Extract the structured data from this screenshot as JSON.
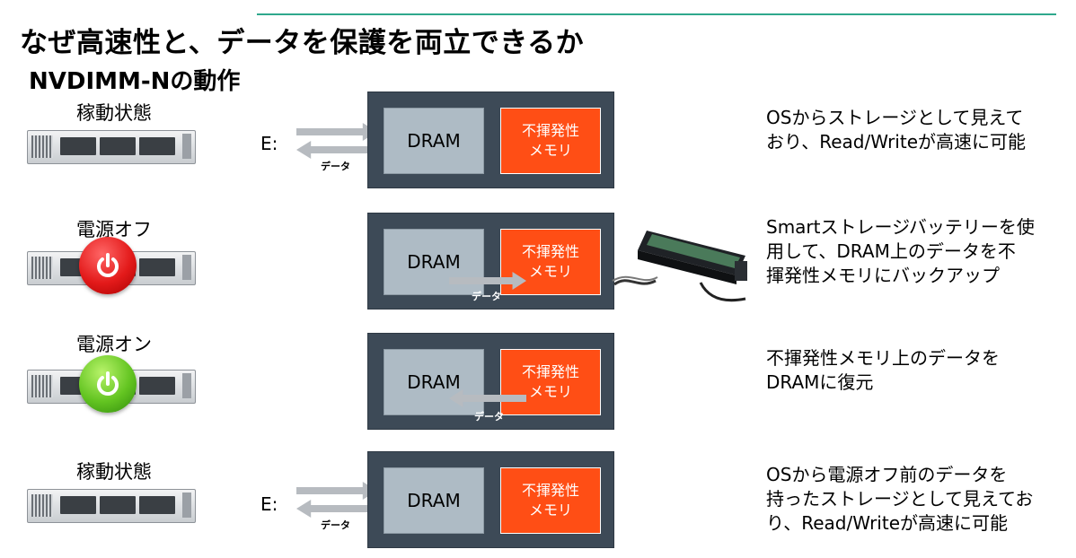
{
  "slide": {
    "title": "なぜ高速性と、データを保護を両立できるか",
    "subtitle": "NVDIMM-Nの動作",
    "accent_line_color": "#2fa88c"
  },
  "rows": [
    {
      "state": "稼動状態",
      "drive": "E:",
      "dram": "DRAM",
      "nvm_line1": "不揮発性",
      "nvm_line2": "メモリ",
      "data_label": "データ",
      "desc_line1": "OSからストレージとして見えて",
      "desc_line2": "おり、Read/Writeが高速に可能"
    },
    {
      "state": "電源オフ",
      "dram": "DRAM",
      "nvm_line1": "不揮発性",
      "nvm_line2": "メモリ",
      "data_label": "データ",
      "power_icon": "power-off-icon",
      "power_color": "#e31a1a",
      "desc_line1": "Smartストレージバッテリーを使",
      "desc_line2": "用して、DRAM上のデータを不",
      "desc_line3": "揮発性メモリにバックアップ"
    },
    {
      "state": "電源オン",
      "dram": "DRAM",
      "nvm_line1": "不揮発性",
      "nvm_line2": "メモリ",
      "data_label": "データ",
      "power_icon": "power-on-icon",
      "power_color": "#63c421",
      "desc_line1": "不揮発性メモリ上のデータを",
      "desc_line2": "DRAMに復元"
    },
    {
      "state": "稼動状態",
      "drive": "E:",
      "dram": "DRAM",
      "nvm_line1": "不揮発性",
      "nvm_line2": "メモリ",
      "data_label": "データ",
      "desc_line1": "OSから電源オフ前のデータを",
      "desc_line2": "持ったストレージとして見えてお",
      "desc_line3": "り、Read/Writeが高速に可能"
    }
  ],
  "colors": {
    "chassis": "#3d4a57",
    "dram": "#aebbc5",
    "nvm": "#ff4e15",
    "arrow": "#b7bbc0"
  }
}
